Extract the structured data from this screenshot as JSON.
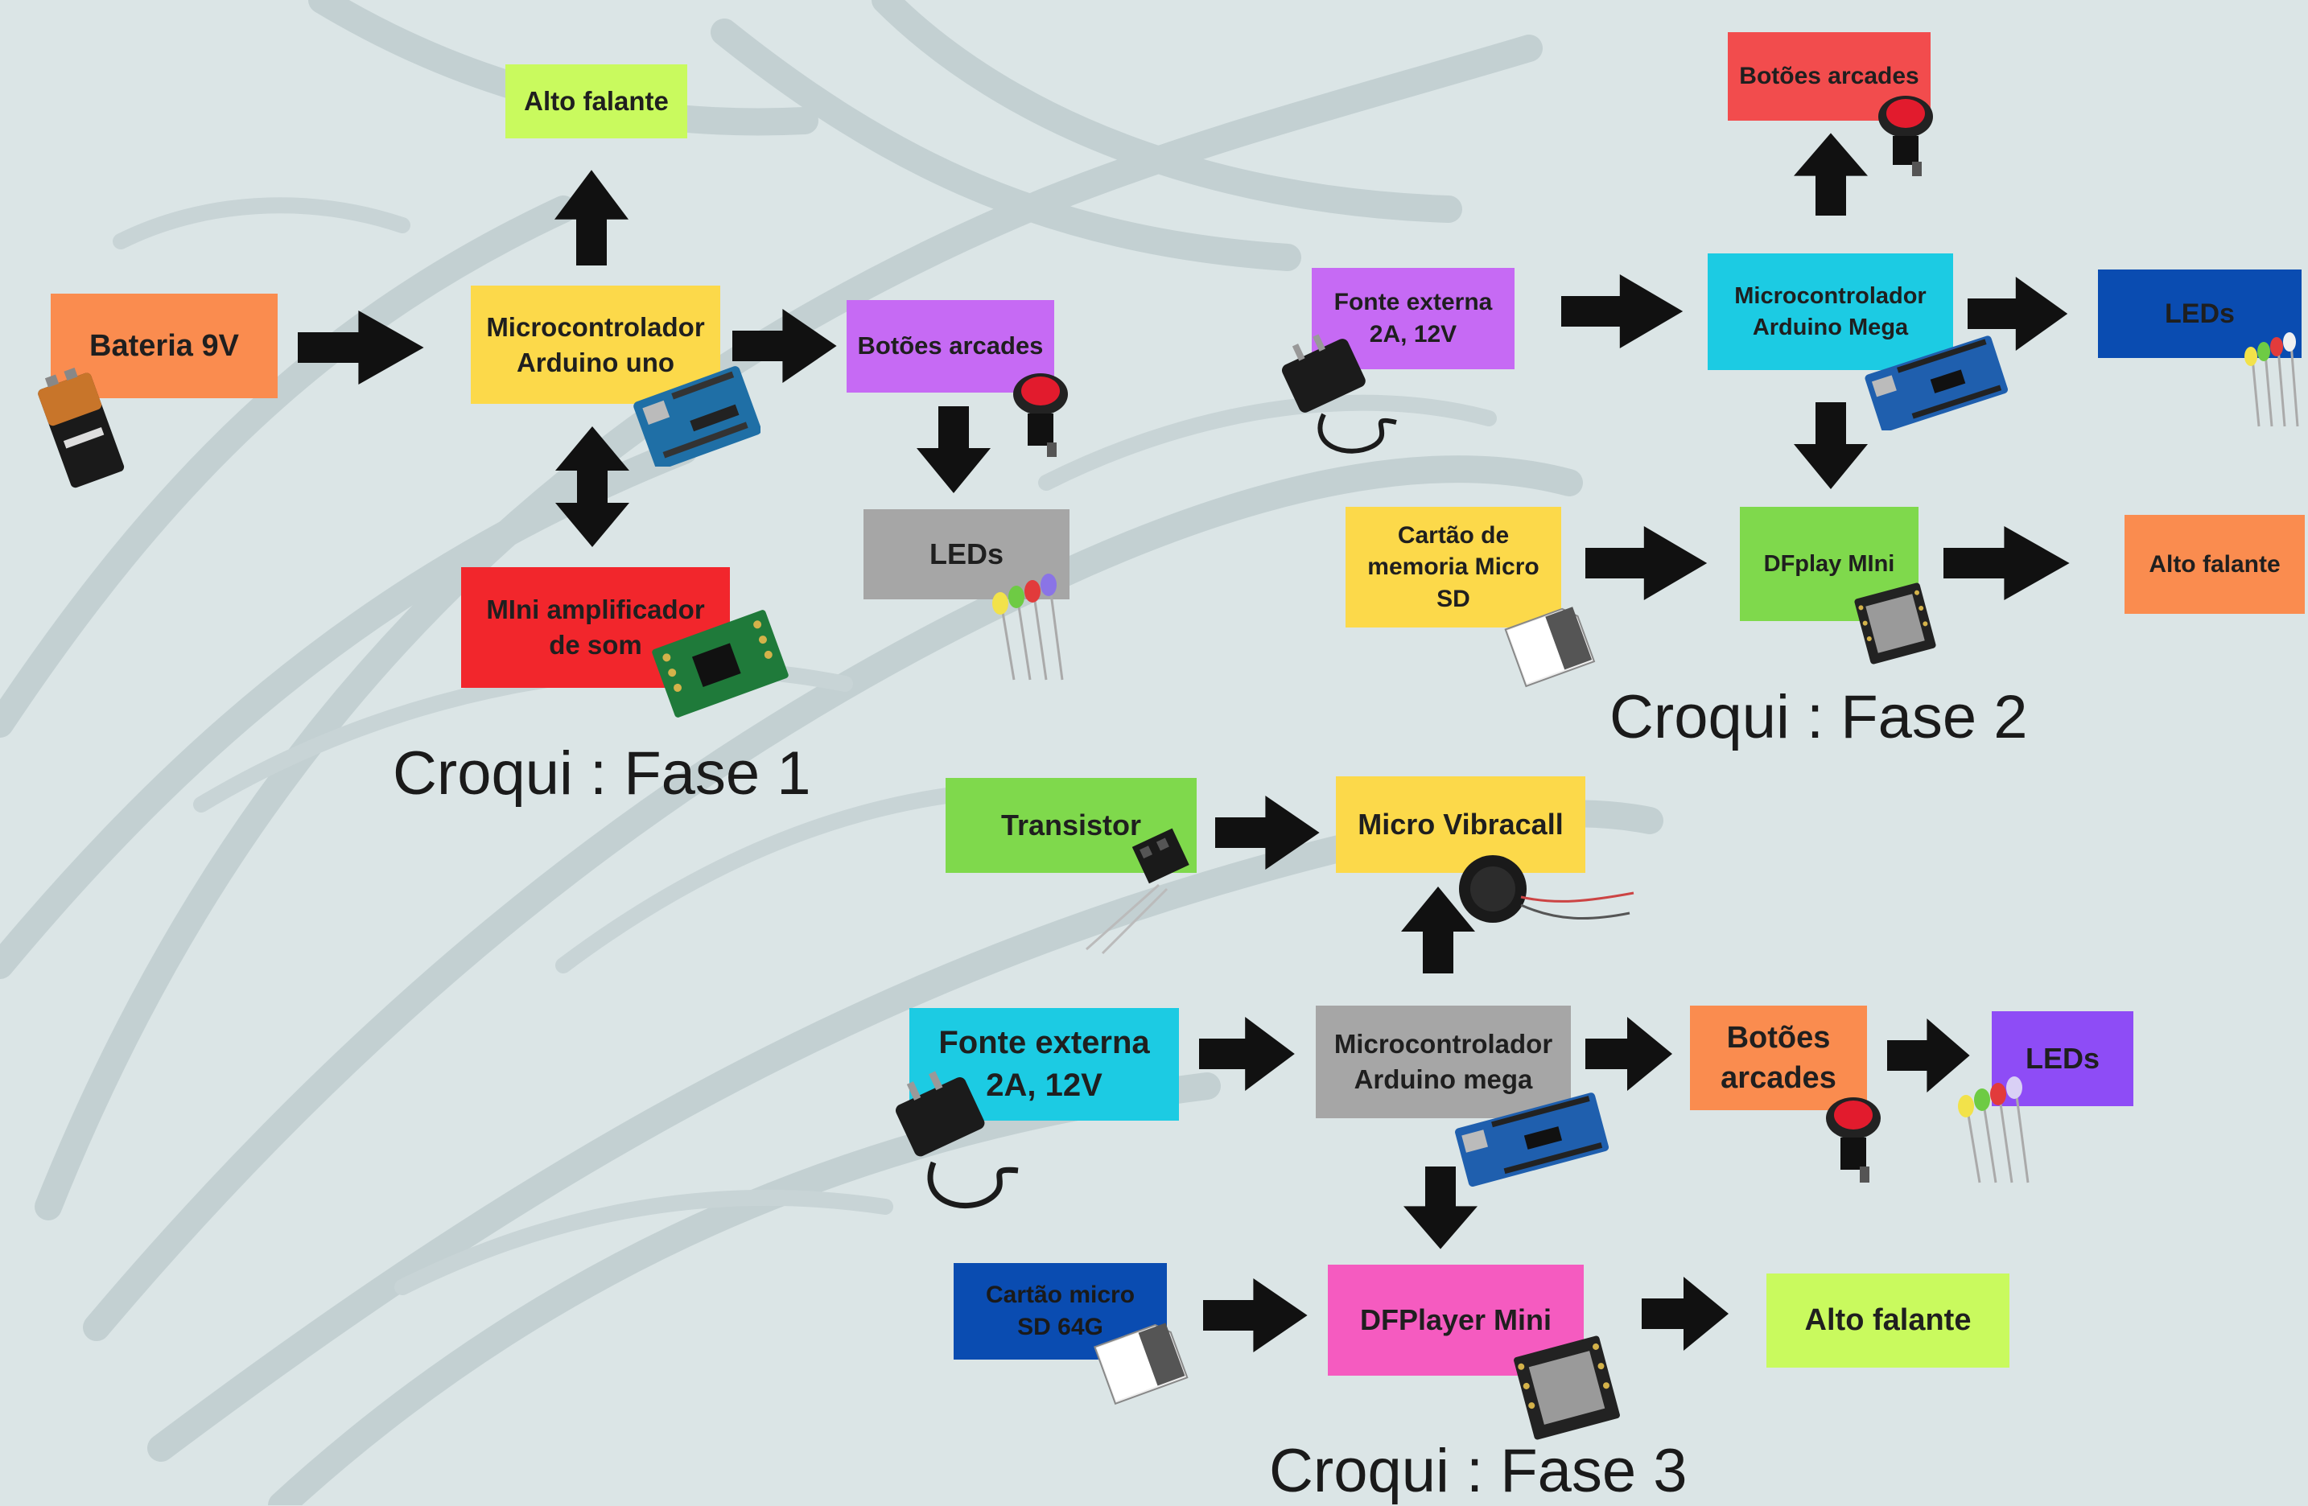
{
  "colors": {
    "background": "#dbe5e6",
    "orange": "#fa8c4f",
    "yellow": "#fcd94a",
    "lime": "#c9fa5e",
    "purple": "#c66af4",
    "gray": "#a6a6a6",
    "red": "#f2262c",
    "magenta": "#c668f4",
    "cyan": "#1ccbe3",
    "navy": "#0a4cb1",
    "green": "#7fd94c",
    "salmon": "#f24c4d",
    "violet": "#8e4cf6",
    "pink": "#f55bc0",
    "arrow": "#111111"
  },
  "phase1": {
    "caption": "Croqui : Fase 1",
    "battery": "Bateria 9V",
    "mcu": [
      "Microcontrolador",
      "Arduino uno"
    ],
    "speaker": "Alto falante",
    "buttons": "Botões arcades",
    "leds": "LEDs",
    "amp": [
      "MIni amplificador",
      "de som"
    ]
  },
  "phase2": {
    "caption": "Croqui : Fase 2",
    "power": [
      "Fonte externa",
      "2A, 12V"
    ],
    "mcu": [
      "Microcontrolador",
      "Arduino Mega"
    ],
    "buttons": "Botões arcades",
    "leds": "LEDs",
    "sd": [
      "Cartão de",
      "memoria Micro",
      "SD"
    ],
    "dfplayer": "DFplay MIni",
    "speaker": "Alto falante"
  },
  "phase3": {
    "caption": "Croqui : Fase 3",
    "transistor": "Transistor",
    "vibracall": "Micro Vibracall",
    "power": [
      "Fonte externa",
      "2A, 12V"
    ],
    "mcu": [
      "Microcontrolador",
      "Arduino mega"
    ],
    "buttons": [
      "Botões",
      "arcades"
    ],
    "leds": "LEDs",
    "sd": [
      "Cartão micro",
      "SD 64G"
    ],
    "dfplayer": "DFPlayer Mini",
    "speaker": "Alto falante"
  }
}
